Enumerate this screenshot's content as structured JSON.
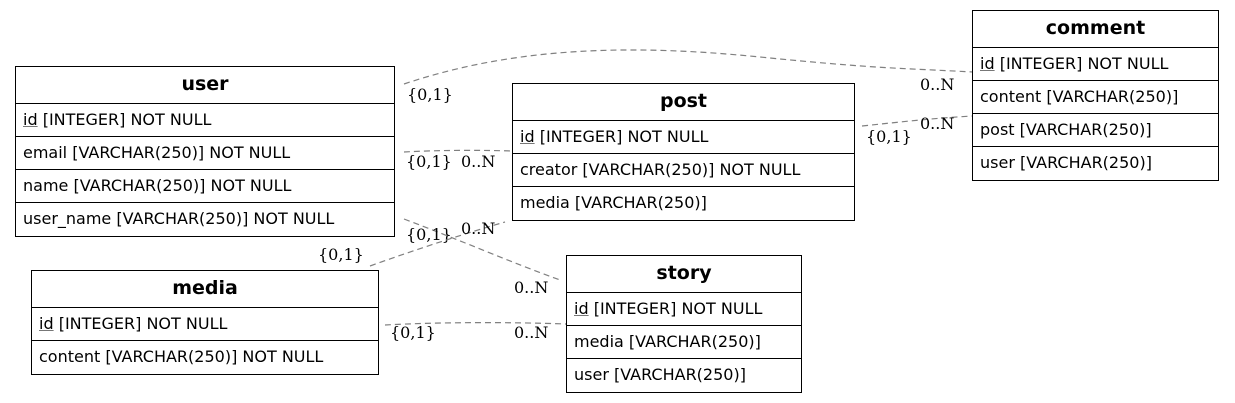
{
  "entities": {
    "user": {
      "title": "user",
      "rows": [
        {
          "pk": "id",
          "rest": " [INTEGER] NOT NULL"
        },
        {
          "text": "email [VARCHAR(250)] NOT NULL"
        },
        {
          "text": "name [VARCHAR(250)] NOT NULL"
        },
        {
          "text": "user_name [VARCHAR(250)] NOT NULL"
        }
      ]
    },
    "post": {
      "title": "post",
      "rows": [
        {
          "pk": "id",
          "rest": " [INTEGER] NOT NULL"
        },
        {
          "text": "creator [VARCHAR(250)] NOT NULL"
        },
        {
          "text": "media [VARCHAR(250)]"
        }
      ]
    },
    "comment": {
      "title": "comment",
      "rows": [
        {
          "pk": "id",
          "rest": " [INTEGER] NOT NULL"
        },
        {
          "text": "content [VARCHAR(250)]"
        },
        {
          "text": "post [VARCHAR(250)]"
        },
        {
          "text": "user [VARCHAR(250)]"
        }
      ]
    },
    "media": {
      "title": "media",
      "rows": [
        {
          "pk": "id",
          "rest": " [INTEGER] NOT NULL"
        },
        {
          "text": "content [VARCHAR(250)] NOT NULL"
        }
      ]
    },
    "story": {
      "title": "story",
      "rows": [
        {
          "pk": "id",
          "rest": " [INTEGER] NOT NULL"
        },
        {
          "text": "media [VARCHAR(250)]"
        },
        {
          "text": "user [VARCHAR(250)]"
        }
      ]
    }
  },
  "relationships": [
    {
      "from": "user",
      "to": "comment",
      "from_card": "{0,1}",
      "to_card": "0..N"
    },
    {
      "from": "post",
      "to": "comment",
      "from_card": "{0,1}",
      "to_card": "0..N"
    },
    {
      "from": "user",
      "to": "post",
      "from_card": "{0,1}",
      "to_card": "0..N"
    },
    {
      "from": "user",
      "to": "story",
      "from_card": "{0,1}",
      "to_card": "0..N"
    },
    {
      "from": "media",
      "to": "post",
      "from_card": "{0,1}",
      "to_card": "0..N"
    },
    {
      "from": "media",
      "to": "story",
      "from_card": "{0,1}",
      "to_card": "0..N"
    }
  ]
}
